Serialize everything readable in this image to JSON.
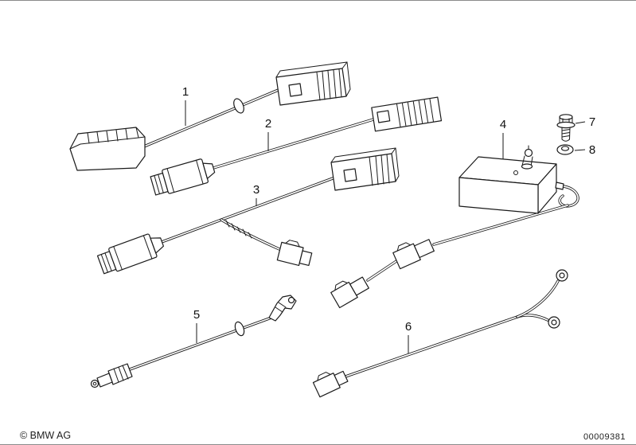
{
  "colors": {
    "background": "#ffffff",
    "line": "#1a1a1a"
  },
  "callouts": [
    {
      "label": "1"
    },
    {
      "label": "2"
    },
    {
      "label": "3"
    },
    {
      "label": "4"
    },
    {
      "label": "5"
    },
    {
      "label": "6"
    },
    {
      "label": "7"
    },
    {
      "label": "8"
    }
  ],
  "footer": {
    "copyright": "© BMW AG",
    "drawing_number": "00009381"
  }
}
